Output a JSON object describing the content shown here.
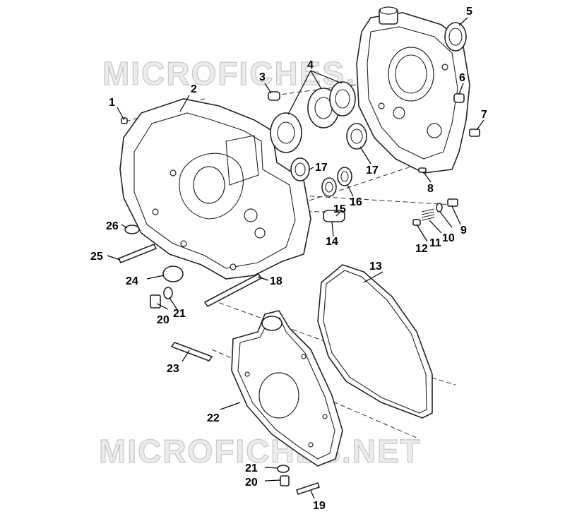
{
  "watermark": "MICROFICHES.NET",
  "callouts": {
    "c1": "1",
    "c2": "2",
    "c3": "3",
    "c4": "4",
    "c5": "5",
    "c6": "6",
    "c7": "7",
    "c8": "8",
    "c9": "9",
    "c10": "10",
    "c11": "11",
    "c12": "12",
    "c13": "13",
    "c14": "14",
    "c15": "15",
    "c16": "16",
    "c17a": "17",
    "c17b": "17",
    "c18": "18",
    "c19": "19",
    "c20a": "20",
    "c20b": "20",
    "c21a": "21",
    "c21b": "21",
    "c22": "22",
    "c23": "23",
    "c24": "24",
    "c25": "25",
    "c26": "26"
  }
}
